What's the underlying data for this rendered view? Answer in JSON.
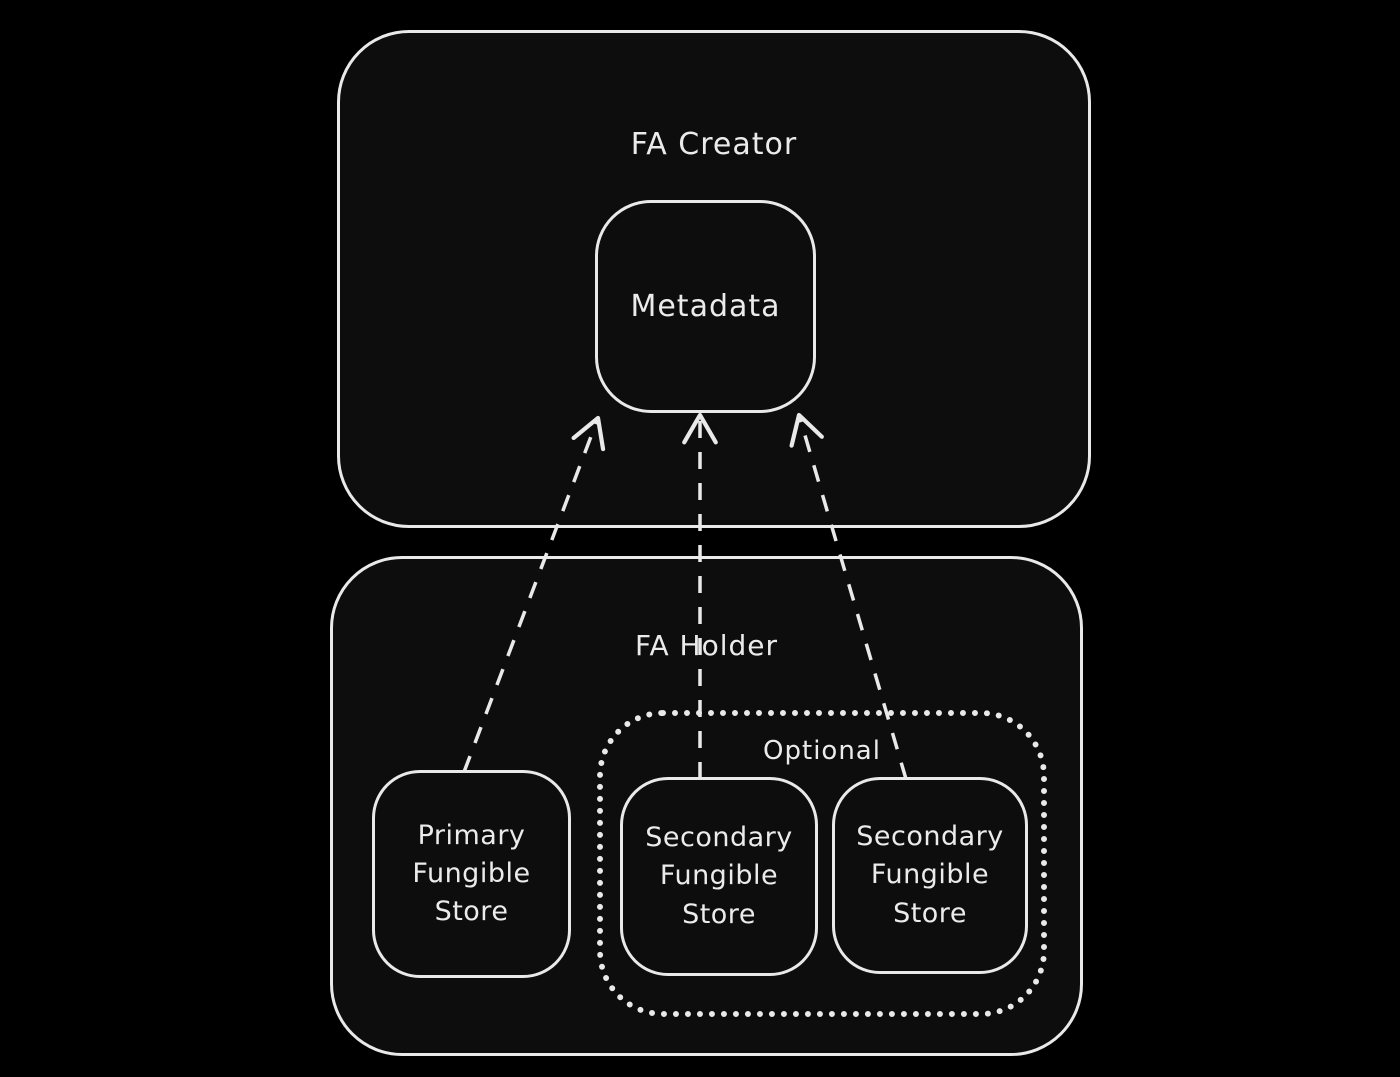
{
  "diagram": {
    "colors": {
      "background": "#000000",
      "stroke": "#e9e9e9",
      "text": "#ebebeb"
    },
    "containers": {
      "fa_creator": {
        "label": "FA Creator"
      },
      "fa_holder": {
        "label": "FA Holder"
      },
      "optional_group": {
        "label": "Optional"
      }
    },
    "nodes": {
      "metadata": {
        "label": "Metadata"
      },
      "primary_store": {
        "label": "Primary Fungible Store",
        "lines": [
          "Primary",
          "Fungible",
          "Store"
        ]
      },
      "secondary_store_1": {
        "label": "Secondary Fungible Store",
        "lines": [
          "Secondary",
          "Fungible",
          "Store"
        ]
      },
      "secondary_store_2": {
        "label": "Secondary Fungible Store",
        "lines": [
          "Secondary",
          "Fungible",
          "Store"
        ]
      }
    },
    "arrows": [
      {
        "from": "primary-fungible-store",
        "to": "metadata",
        "style": "dashed"
      },
      {
        "from": "secondary-fungible-store-1",
        "to": "metadata",
        "style": "dashed"
      },
      {
        "from": "secondary-fungible-store-2",
        "to": "metadata",
        "style": "dashed"
      }
    ]
  }
}
